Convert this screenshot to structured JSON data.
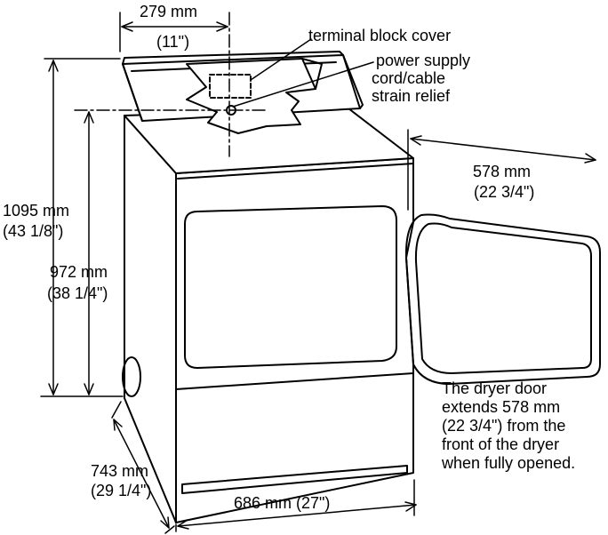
{
  "labels": {
    "top_width_mm": "279 mm",
    "top_width_in": "(11\")",
    "terminal_block_cover": "terminal block cover",
    "power_supply_line1": "power supply",
    "power_supply_line2": "cord/cable",
    "power_supply_line3": "strain relief",
    "door_mm": "578 mm",
    "door_in": "(22 3/4\")",
    "height_total_mm": "1095 mm",
    "height_total_in": "(43 1/8\")",
    "height_top_mm": "972 mm",
    "height_top_in": "(38 1/4\")",
    "depth_mm": "743 mm",
    "depth_in": "(29 1/4\")",
    "width": "686 mm (27\")"
  },
  "note_lines": [
    "The dryer door",
    "extends 578 mm",
    "(22 3/4\") from the",
    "front of the dryer",
    "when fully opened."
  ]
}
